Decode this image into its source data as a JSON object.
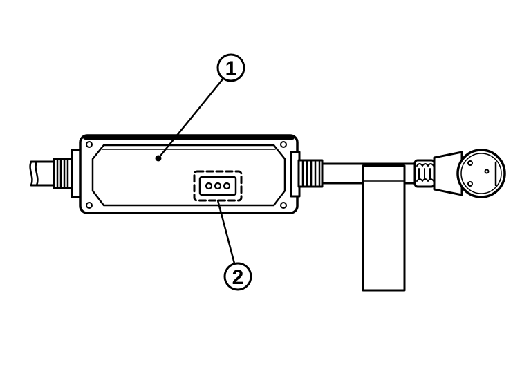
{
  "diagram": {
    "callouts": [
      {
        "number": "1",
        "target": "charge-controller-body"
      },
      {
        "number": "2",
        "target": "status-indicator-lights"
      }
    ],
    "colors": {
      "line": "#000000",
      "background": "#ffffff"
    }
  }
}
